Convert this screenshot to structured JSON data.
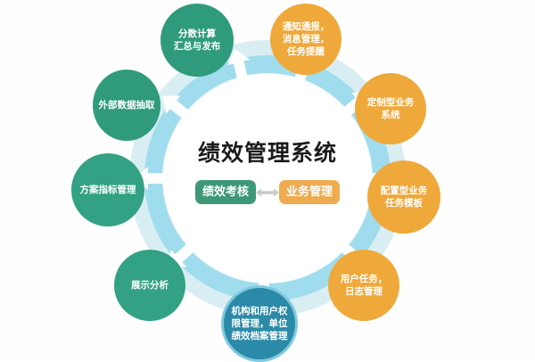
{
  "diagram": {
    "center": {
      "title": "绩效管理系统",
      "boxes": [
        {
          "label": "绩效考核",
          "color": "#3e9877"
        },
        {
          "label": "业务管理",
          "color": "#eeab4f"
        }
      ],
      "connector_icon": "double-arrow-icon"
    },
    "ring": {
      "outer_color": "#d8eef2",
      "mid_color": "#9fdcee",
      "inner_color": "#ffffff",
      "arrow_color": "#ffffff",
      "arrow_count": 9
    },
    "nodes": [
      {
        "id": "score-calculation",
        "lines": [
          "分数计算",
          "汇总与发布"
        ],
        "color": "#2f9b7c",
        "type": "green"
      },
      {
        "id": "notification-message",
        "lines": [
          "通知通报，",
          "消息管理，",
          "任务提醒"
        ],
        "color": "#efa83a",
        "type": "orange"
      },
      {
        "id": "external-data-extraction",
        "lines": [
          "外部数据抽取"
        ],
        "color": "#2f9b7c",
        "type": "green"
      },
      {
        "id": "custom-business-system",
        "lines": [
          "定制型业务",
          "系统"
        ],
        "color": "#efa83a",
        "type": "orange"
      },
      {
        "id": "scheme-indicator-management",
        "lines": [
          "方案指标管理"
        ],
        "color": "#33a183",
        "type": "green"
      },
      {
        "id": "configurable-business-template",
        "lines": [
          "配置型业务",
          "任务模板"
        ],
        "color": "#efa83a",
        "type": "orange"
      },
      {
        "id": "display-analysis",
        "lines": [
          "展示分析"
        ],
        "color": "#33a183",
        "type": "green"
      },
      {
        "id": "user-task-log-management",
        "lines": [
          "用户任务，",
          "日志管理"
        ],
        "color": "#efa83a",
        "type": "orange"
      },
      {
        "id": "org-user-permission-archive",
        "lines": [
          "机构和用户权",
          "限管理，单位",
          "绩效档案管理"
        ],
        "color": "#2b8aa8",
        "type": "teal"
      }
    ]
  }
}
